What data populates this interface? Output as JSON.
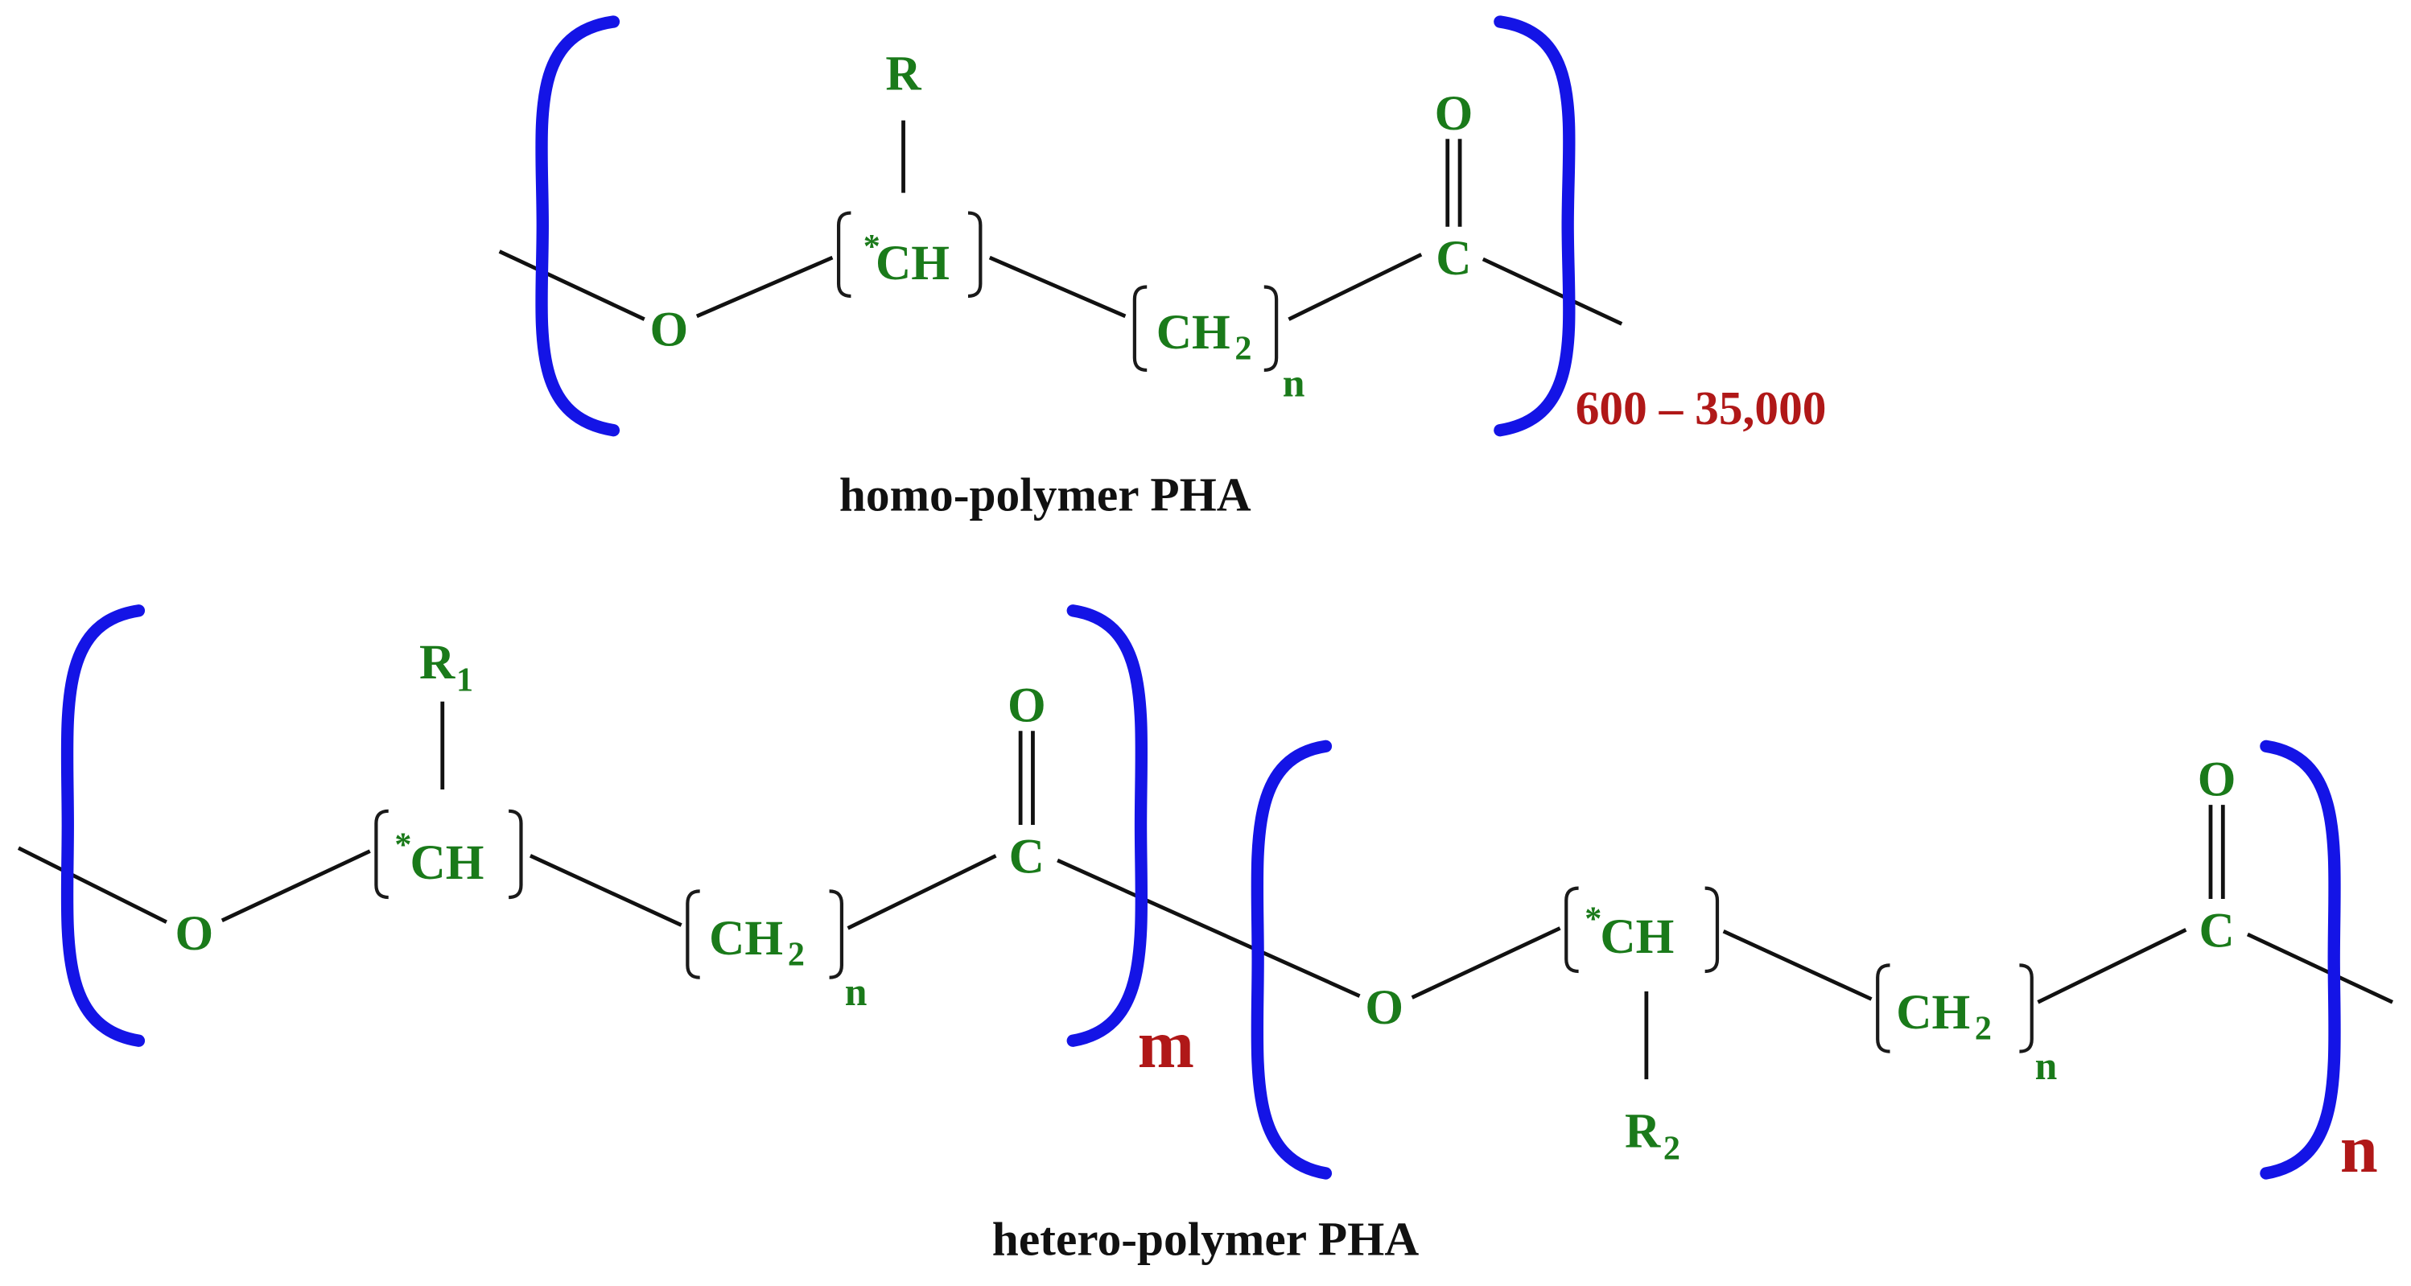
{
  "colors": {
    "atom": "#1a7a1a",
    "index": "#b01818",
    "bracket": "#1414e6",
    "bond": "#111111"
  },
  "homo": {
    "R": "R",
    "O": "O",
    "star": "*",
    "CH": "CH",
    "CH2_C": "CH",
    "CH2_sub": "2",
    "n": "n",
    "C": "C",
    "C_O": "O",
    "repeat": "600 – 35,000",
    "caption": "homo-polymer PHA"
  },
  "hetero": {
    "unit1": {
      "R": "R",
      "R_sub": "1",
      "O": "O",
      "star": "*",
      "CH": "CH",
      "CH2_C": "CH",
      "CH2_sub": "2",
      "n": "n",
      "C": "C",
      "C_O": "O",
      "repeat": "m"
    },
    "unit2": {
      "R": "R",
      "R_sub": "2",
      "O": "O",
      "star": "*",
      "CH": "CH",
      "CH2_C": "CH",
      "CH2_sub": "2",
      "n": "n",
      "C": "C",
      "C_O": "O",
      "repeat": "n"
    },
    "caption": "hetero-polymer PHA"
  }
}
